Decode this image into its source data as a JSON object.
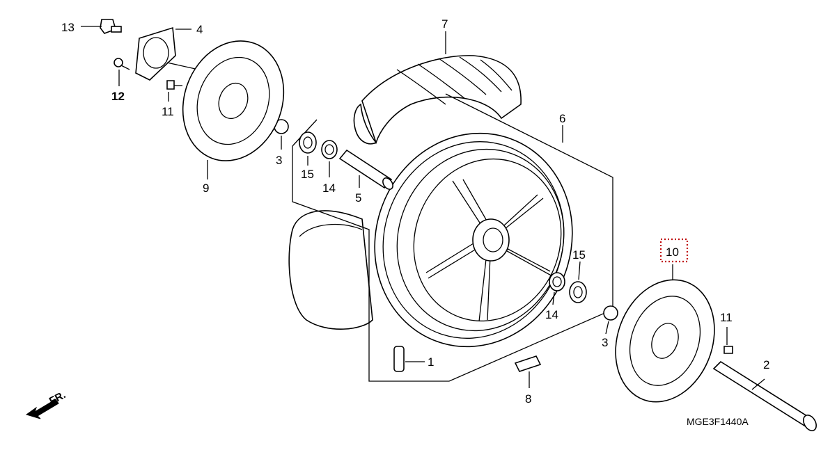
{
  "labels": {
    "p1": "1",
    "p2": "2",
    "p3a": "3",
    "p3b": "3",
    "p4": "4",
    "p5": "5",
    "p6": "6",
    "p7": "7",
    "p8": "8",
    "p9": "9",
    "p10": "10",
    "p11a": "11",
    "p11b": "11",
    "p12": "12",
    "p13": "13",
    "p14a": "14",
    "p14b": "14",
    "p15a": "15",
    "p15b": "15"
  },
  "diagram_code": "MGE3F1440A",
  "direction_label": "FR.",
  "highlight_color": "#c00000"
}
